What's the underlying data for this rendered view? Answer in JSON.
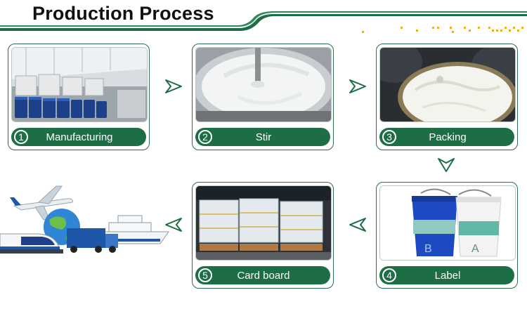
{
  "header": {
    "title": "Production Process"
  },
  "colors": {
    "accent": "#1e6e45",
    "border": "#2e6b4d",
    "dots": "#e7b023"
  },
  "steps": [
    {
      "number": "1",
      "label": "Manufacturing"
    },
    {
      "number": "2",
      "label": "Stir"
    },
    {
      "number": "3",
      "label": "Packing"
    },
    {
      "number": "4",
      "label": "Label"
    },
    {
      "number": "5",
      "label": "Card board"
    }
  ],
  "product": {
    "bucket_left_letter": "B",
    "bucket_right_letter": "A"
  }
}
